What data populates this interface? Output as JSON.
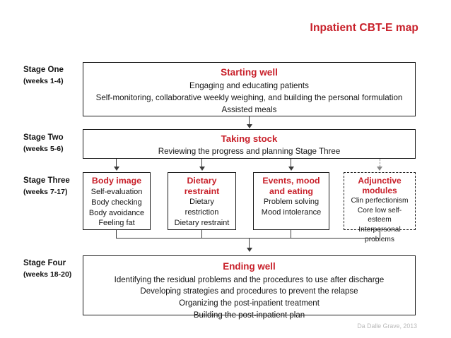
{
  "title": "Inpatient CBT-E map",
  "accent_color": "#C8202A",
  "footer": "Da Dalle Grave, 2013",
  "stages": [
    {
      "label": "Stage One",
      "weeks": "(weeks 1-4)",
      "box": {
        "title": "Starting well",
        "lines": [
          "Engaging and educating patients",
          "Self-monitoring, collaborative weekly weighing, and building the personal formulation",
          "Assisted meals"
        ]
      }
    },
    {
      "label": "Stage Two",
      "weeks": "(weeks 5-6)",
      "box": {
        "title": "Taking stock",
        "lines": [
          "Reviewing the progress and planning Stage Three"
        ]
      }
    },
    {
      "label": "Stage Three",
      "weeks": "(weeks 7-17)",
      "modules": [
        {
          "title": "Body image",
          "lines": [
            "Self-evaluation",
            "Body checking",
            "Body avoidance",
            "Feeling fat"
          ],
          "dashed": false
        },
        {
          "title": "Dietary restraint",
          "lines": [
            "Dietary restriction",
            "Dietary restraint"
          ],
          "dashed": false
        },
        {
          "title": "Events, mood and eating",
          "lines": [
            "Problem solving",
            "Mood intolerance"
          ],
          "dashed": false
        },
        {
          "title": "Adjunctive modules",
          "lines": [
            "Clin perfectionism",
            "Core low self-esteem",
            "Interpersonal problems"
          ],
          "dashed": true
        }
      ]
    },
    {
      "label": "Stage Four",
      "weeks": "(weeks 18-20)",
      "box": {
        "title": "Ending well",
        "lines": [
          "Identifying the residual problems and the  procedures to use after discharge",
          "Developing strategies and procedures to prevent the relapse",
          "Organizing the post-inpatient treatment",
          "Building the post-inpatient plan"
        ]
      }
    }
  ]
}
